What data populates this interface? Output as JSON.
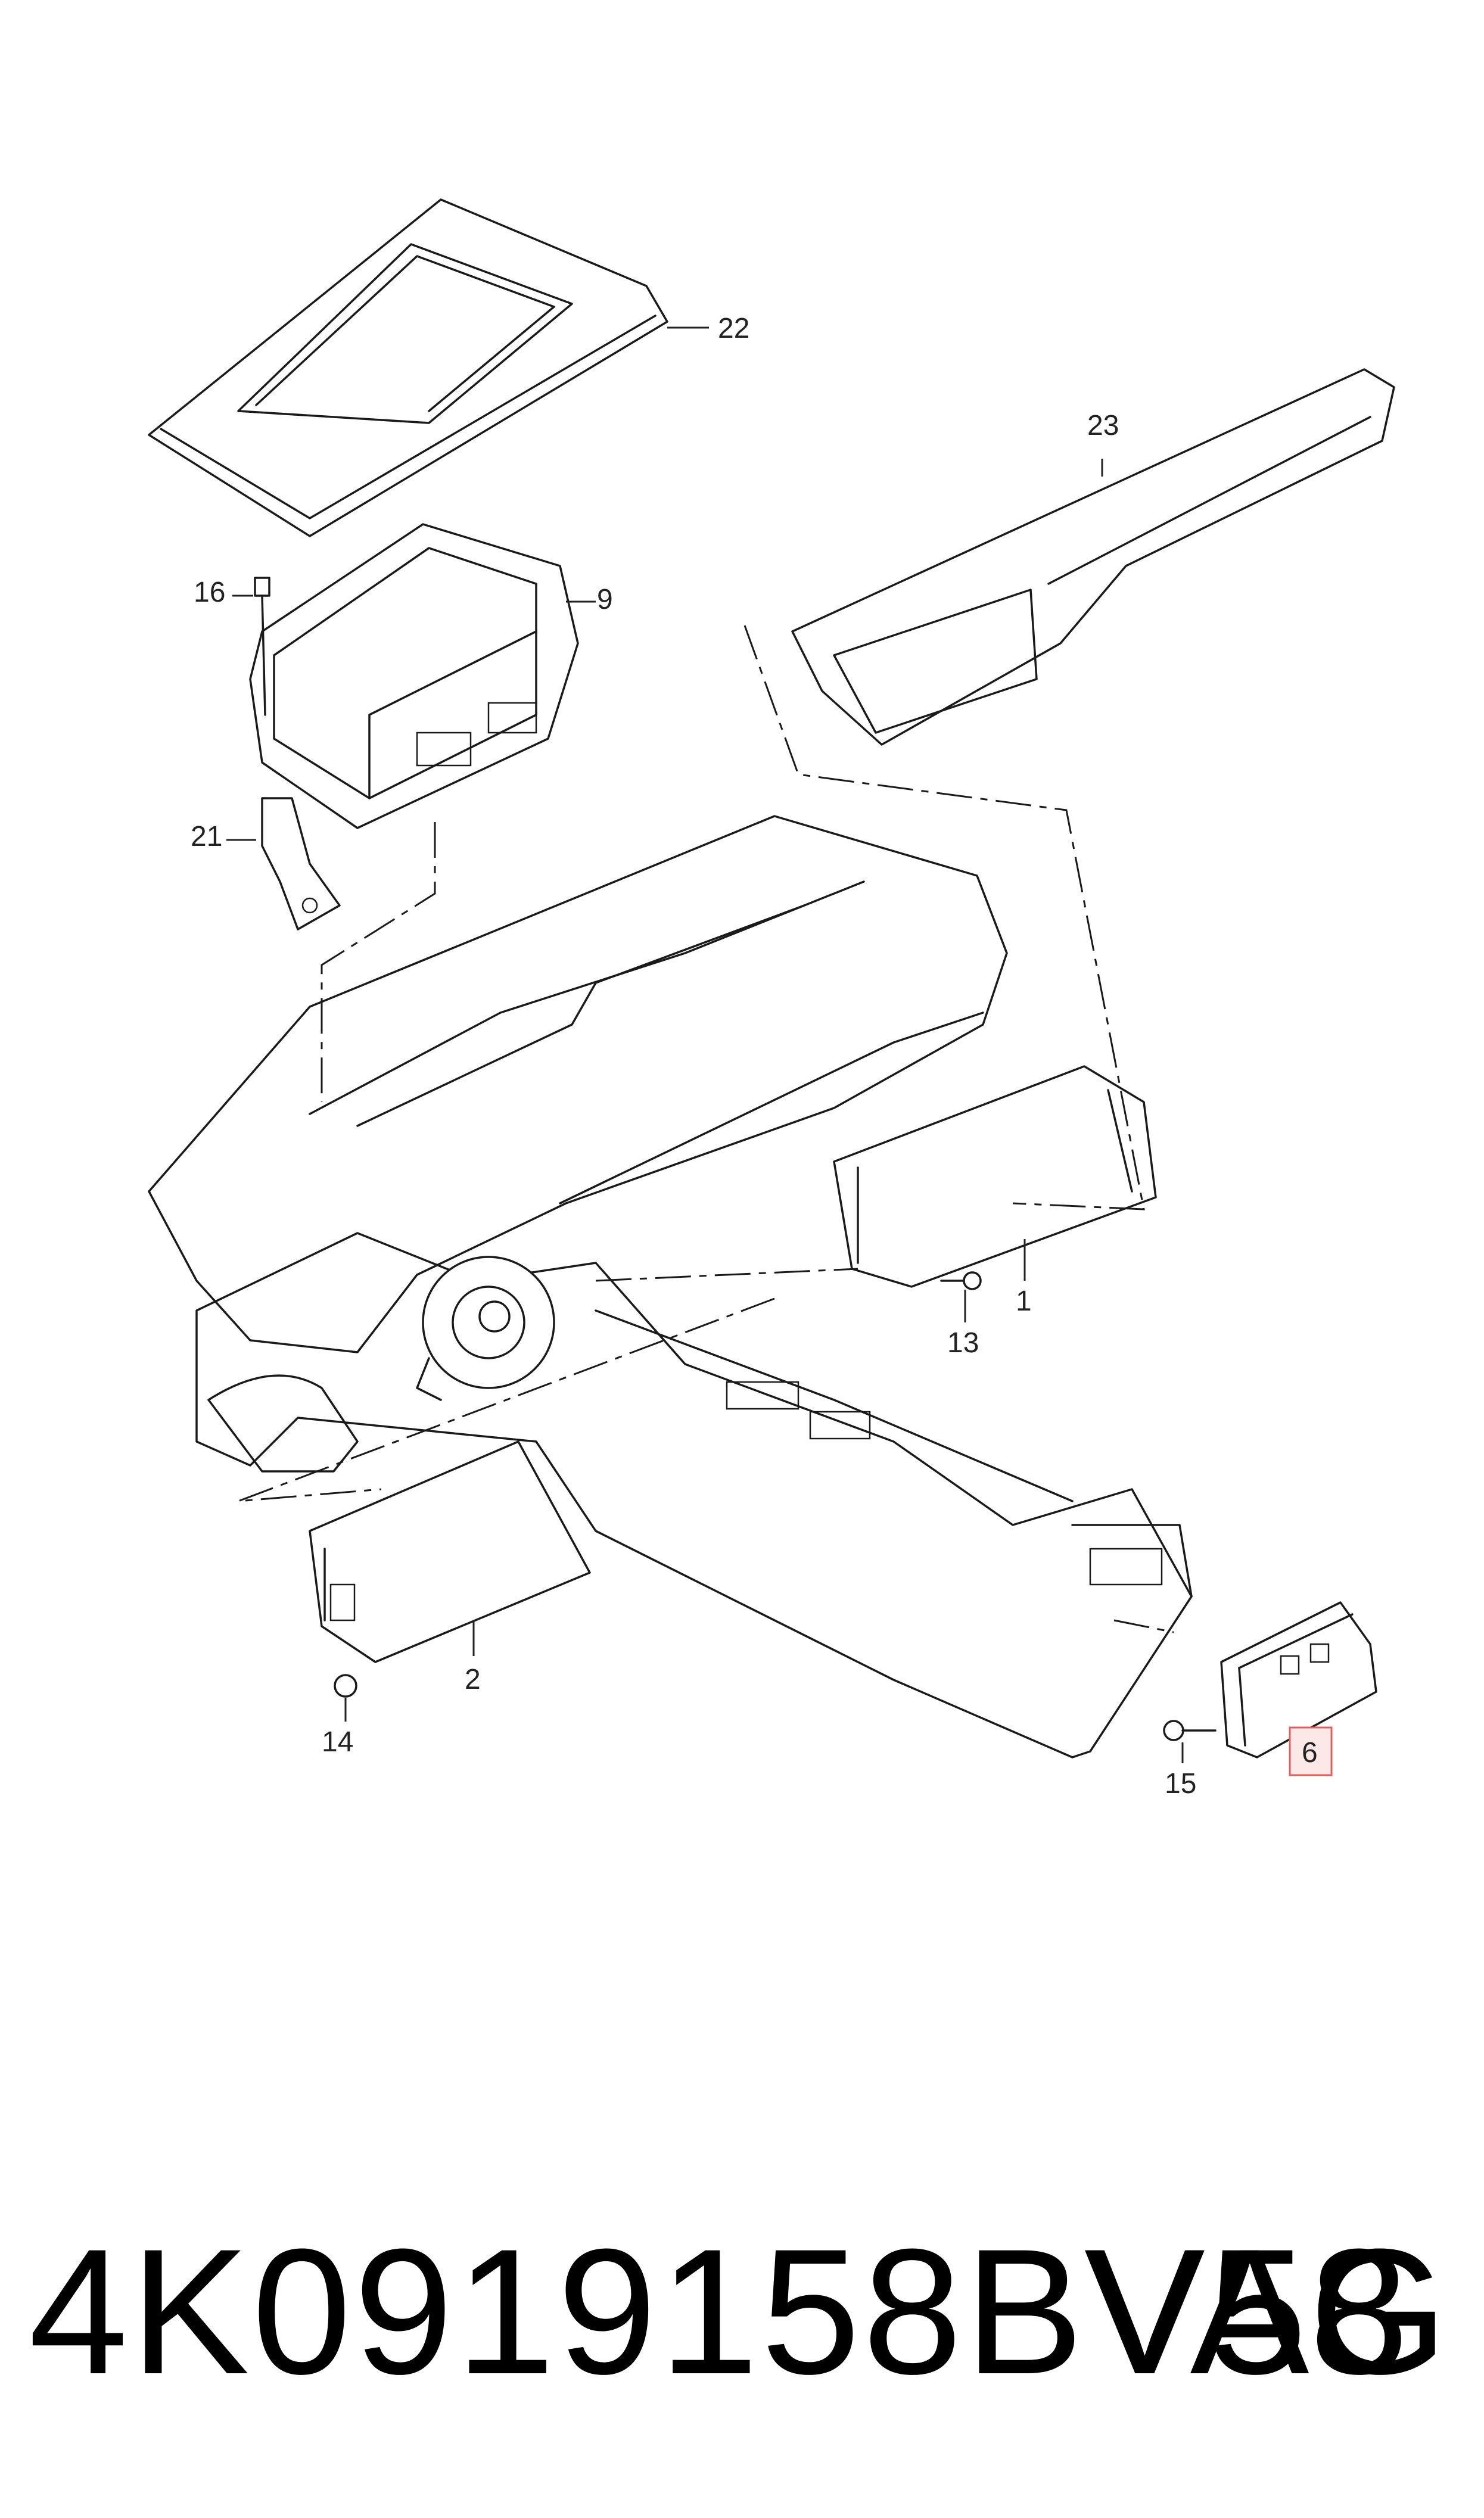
{
  "callouts": {
    "c1": "1",
    "c2": "2",
    "c6": "6",
    "c9": "9",
    "c13": "13",
    "c14": "14",
    "c15": "15",
    "c16": "16",
    "c21": "21",
    "c22": "22",
    "c23": "23"
  },
  "highlight_color": "#e06060",
  "footer": {
    "part_number": "4K0919158BV58",
    "brand": "VAG"
  }
}
